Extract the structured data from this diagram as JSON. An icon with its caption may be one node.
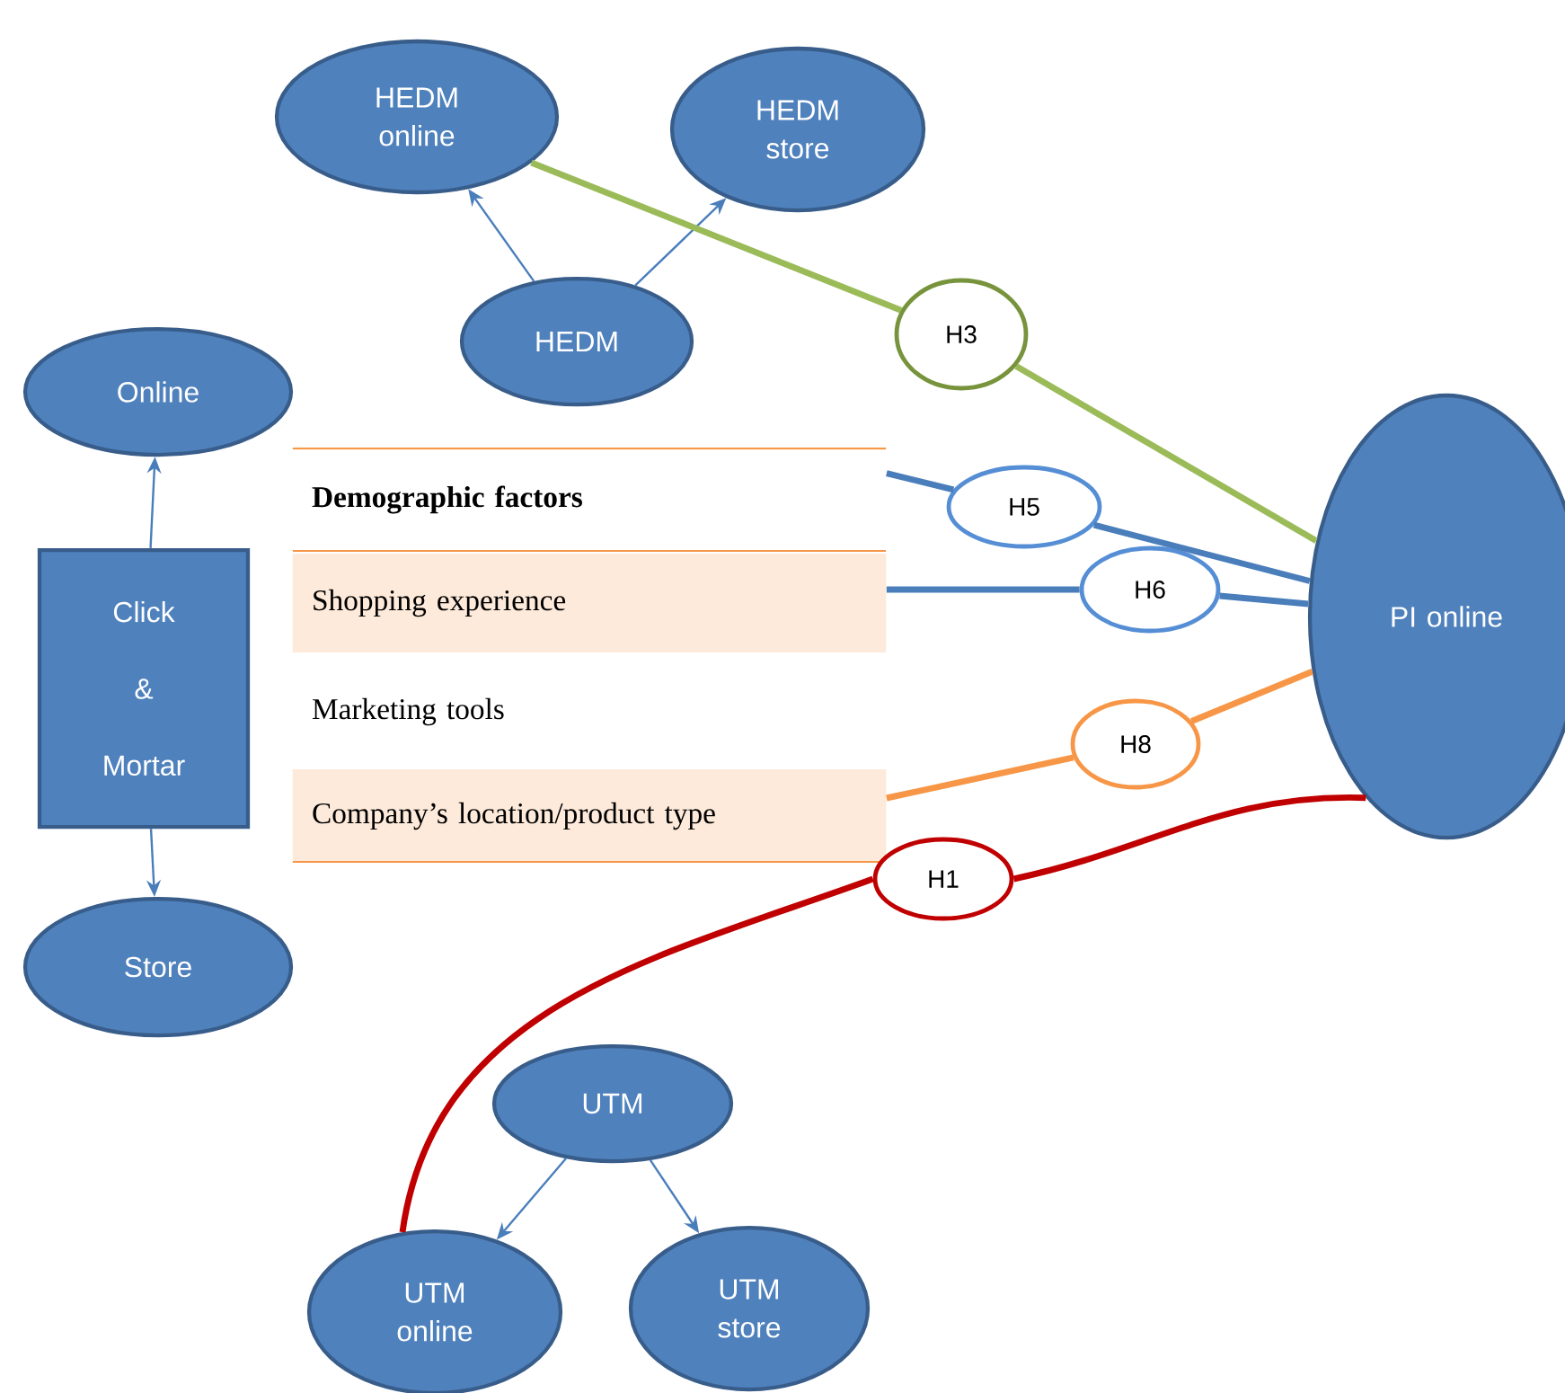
{
  "diagram": {
    "nodes": [
      {
        "text": [
          "HEDM online"
        ]
      },
      {
        "text": [
          "HEDM store"
        ]
      },
      {
        "text": [
          "HEDM"
        ]
      },
      {
        "text": [
          "H3"
        ]
      },
      {
        "text": [
          "Online"
        ]
      },
      {
        "text": [
          "Click & Mortar"
        ]
      },
      {
        "text": [
          "Store"
        ]
      },
      {
        "text": [
          "Demographic factors"
        ]
      },
      {
        "text": [
          "Shopping experience"
        ]
      },
      {
        "text": [
          "Marketing tools"
        ]
      },
      {
        "text": [
          "Company’s location/product type"
        ]
      },
      {
        "text": [
          "H5"
        ]
      },
      {
        "text": [
          "H6"
        ]
      },
      {
        "text": [
          "PI online"
        ]
      },
      {
        "text": [
          "H8"
        ]
      },
      {
        "text": [
          "H1"
        ]
      },
      {
        "text": [
          "UTM"
        ]
      },
      {
        "text": [
          "UTM online"
        ]
      },
      {
        "text": [
          "UTM store"
        ]
      }
    ],
    "edges": [
      {
        "from": 2,
        "to": 0,
        "arrow": "to"
      },
      {
        "from": 2,
        "to": 1,
        "arrow": "to"
      },
      {
        "from": 5,
        "to": 4,
        "arrow": "to"
      },
      {
        "from": 5,
        "to": 6,
        "arrow": "to"
      },
      {
        "from": 0,
        "to": 3,
        "arrow": "none",
        "color": "#9bbb59"
      },
      {
        "from": 3,
        "to": 13,
        "arrow": "none",
        "color": "#9bbb59"
      },
      {
        "from": 7,
        "to": 11,
        "arrow": "none"
      },
      {
        "from": 11,
        "to": 13,
        "arrow": "none"
      },
      {
        "from": 8,
        "to": 12,
        "arrow": "none"
      },
      {
        "from": 12,
        "to": 13,
        "arrow": "none"
      },
      {
        "from": 10,
        "to": 14,
        "arrow": "none",
        "color": "#f79646"
      },
      {
        "from": 14,
        "to": 13,
        "arrow": "none",
        "color": "#f79646"
      },
      {
        "from": 17,
        "to": 15,
        "arrow": "none",
        "color": "#c00000"
      },
      {
        "from": 15,
        "to": 13,
        "arrow": "none",
        "color": "#c00000"
      },
      {
        "from": 16,
        "to": 17,
        "arrow": "to"
      },
      {
        "from": 16,
        "to": 18,
        "arrow": "to"
      }
    ]
  }
}
